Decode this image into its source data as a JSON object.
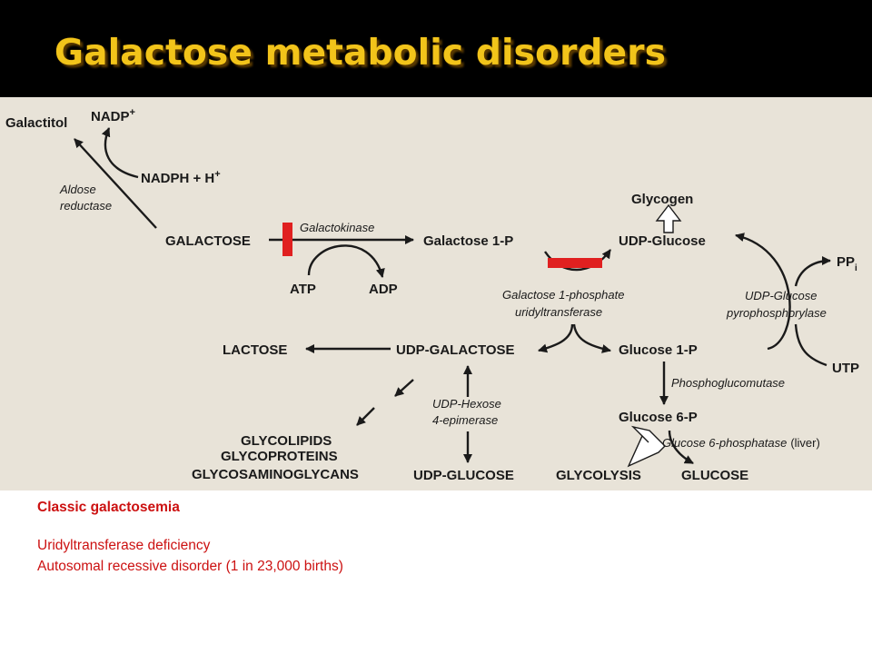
{
  "slide": {
    "title": "Galactose metabolic disorders"
  },
  "diagram": {
    "metabolites": {
      "galactitol": "Galactitol",
      "nadp_plus": "NADP",
      "nadp_plus_sup": "+",
      "nadph": "NADPH + H",
      "nadph_sup": "+",
      "galactose": "GALACTOSE",
      "galactose_1p": "Galactose 1-P",
      "atp": "ATP",
      "adp": "ADP",
      "glycogen": "Glycogen",
      "udp_glucose": "UDP-Glucose",
      "ppi": "PP",
      "ppi_sub": "i",
      "utp": "UTP",
      "lactose": "LACTOSE",
      "udp_galactose": "UDP-GALACTOSE",
      "glucose_1p": "Glucose 1-P",
      "glucose_6p": "Glucose 6-P",
      "glycolipids": "GLYCOLIPIDS",
      "glycoproteins": "GLYCOPROTEINS",
      "glycosaminoglycans": "GLYCOSAMINOGLYCANS",
      "udp_glucose_caps": "UDP-GLUCOSE",
      "glycolysis": "GLYCOLYSIS",
      "glucose": "GLUCOSE"
    },
    "enzymes": {
      "aldose_reductase_1": "Aldose",
      "aldose_reductase_2": "reductase",
      "galactokinase": "Galactokinase",
      "gpt_1": "Galactose 1-phosphate",
      "gpt_2": "uridyltransferase",
      "udp_glucose_ppase_1": "UDP-Glucose",
      "udp_glucose_ppase_2": "pyrophosphorylase",
      "epimerase_1": "UDP-Hexose",
      "epimerase_2": "4-epimerase",
      "phosphoglucomutase": "Phosphoglucomutase",
      "g6pase": "Glucose 6-phosphatase",
      "g6pase_note": "(liver)"
    },
    "colors": {
      "block_marker": "#e02020",
      "panel_background": "#e8e3d8",
      "title": "#f2c41a"
    }
  },
  "info": {
    "heading": "Classic galactosemia",
    "line1": "Uridyltransferase deficiency",
    "line2": "Autosomal recessive disorder (1 in 23,000 births)"
  }
}
